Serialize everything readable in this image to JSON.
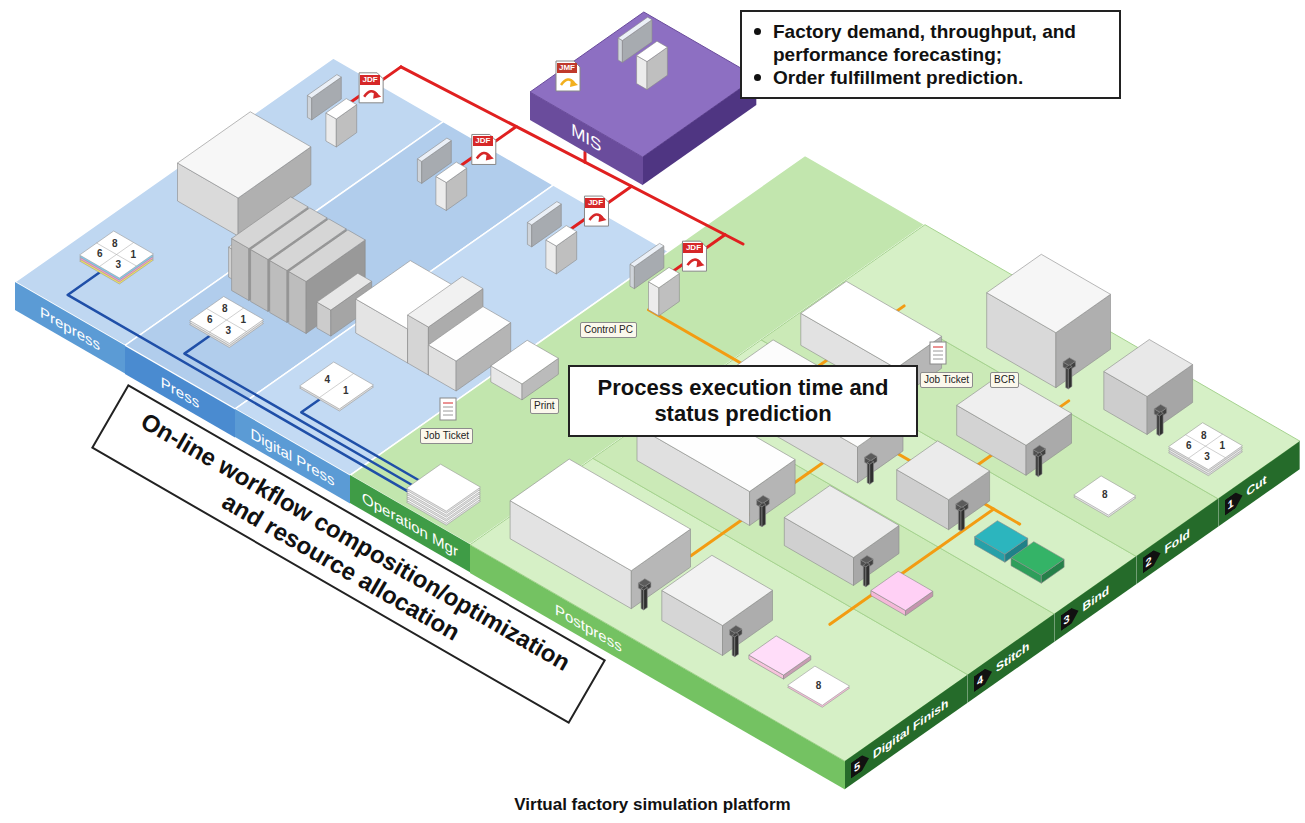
{
  "diagram": {
    "caption": "Virtual factory simulation platform",
    "nodes": [
      {
        "text": [
          "Factory demand, throughput, and performance forecasting;",
          "Order fulfillment prediction."
        ]
      },
      {
        "text": [
          "MIS"
        ]
      },
      {
        "text": [
          "Prepress"
        ]
      },
      {
        "text": [
          "Press"
        ]
      },
      {
        "text": [
          "Digital Press"
        ]
      },
      {
        "text": [
          "Operation Mgr"
        ]
      },
      {
        "text": [
          "Postpress"
        ]
      },
      {
        "text": [
          "Process execution time and status prediction"
        ]
      },
      {
        "text": [
          "On-line workflow composition/optimization and resource allocation"
        ]
      }
    ],
    "labels": [
      "JMF",
      "JDF",
      "JDF",
      "JDF",
      "JDF",
      "8",
      "1",
      "6",
      "3",
      "8",
      "1",
      "6",
      "3",
      "4",
      "1",
      "Control PC",
      "Print",
      "Job Ticket",
      "Job Ticket",
      "BCR",
      "8",
      "1",
      "6",
      "3",
      "8",
      "8",
      "1",
      "Cut",
      "2",
      "Fold",
      "3",
      "Bind",
      "4",
      "Stitch",
      "5",
      "Digital Finish"
    ]
  }
}
